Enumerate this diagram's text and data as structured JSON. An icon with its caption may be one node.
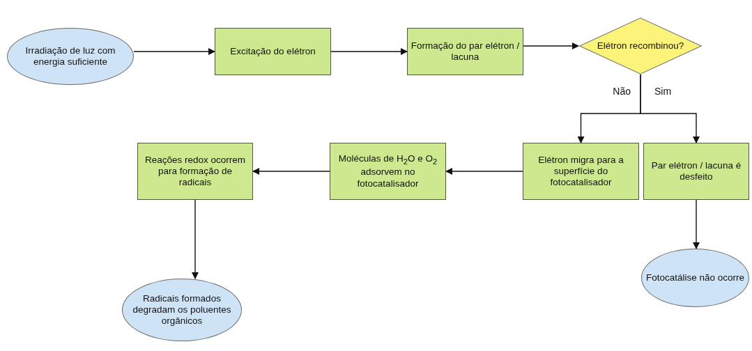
{
  "diagram": {
    "nodes": [
      {
        "text": [
          "Irradiação de luz com energia suficiente"
        ]
      },
      {
        "text": [
          "Excitação do elétron"
        ]
      },
      {
        "text": [
          "Formação do par elétron / lacuna"
        ]
      },
      {
        "text": [
          "Elétron recombinou?"
        ]
      },
      {
        "text": [
          "Elétron migra para a superfície do fotocatalisador"
        ]
      },
      {
        "text": [
          "Par elétron / lacuna é desfeito"
        ]
      },
      {
        "text": [
          "Moléculas de H$_{2}$O e O$_{2}$ adsorvem no fotocatalisador"
        ]
      },
      {
        "text": [
          "Reações redox ocorrem para formação de radicais"
        ]
      },
      {
        "text": [
          "Radicais formados degradam os poluentes orgânicos"
        ]
      },
      {
        "text": [
          "Fotocatálise não ocorre"
        ]
      }
    ],
    "edges": [
      {
        "from": 0,
        "to": 1,
        "arrow": "to"
      },
      {
        "from": 1,
        "to": 2,
        "arrow": "to"
      },
      {
        "from": 2,
        "to": 3,
        "arrow": "to"
      },
      {
        "from": 3,
        "to": 4,
        "arrow": "to",
        "label": "Não"
      },
      {
        "from": 3,
        "to": 5,
        "arrow": "to",
        "label": "Sim"
      },
      {
        "from": 4,
        "to": 6,
        "arrow": "to"
      },
      {
        "from": 6,
        "to": 7,
        "arrow": "to"
      },
      {
        "from": 7,
        "to": 8,
        "arrow": "to"
      },
      {
        "from": 5,
        "to": 9,
        "arrow": "to"
      }
    ]
  }
}
